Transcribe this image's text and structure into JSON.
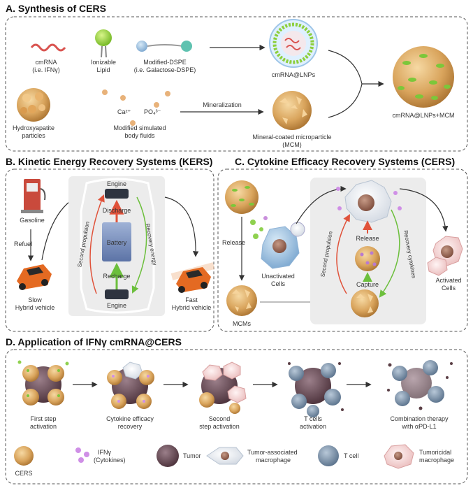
{
  "panelA": {
    "title": "A. Synthesis of CERS",
    "cmrna": "cmRNA",
    "cmrna_sub": "(i.e. IFNγ)",
    "lipid1": "Ionizable",
    "lipid2": "Lipid",
    "dspe1": "Modified-DSPE",
    "dspe2": "(i.e. Galactose-DSPE)",
    "lnp": "cmRNA@LNPs",
    "hap1": "Hydroxyapatite",
    "hap2": "particles",
    "ca": "Ca²⁺",
    "po4": "PO₄³⁻",
    "sbf1": "Modified simulated",
    "sbf2": "body fluids",
    "mineral": "Mineralization",
    "mcm1": "Mineral-coated microparticle",
    "mcm2": "(MCM)",
    "final": "cmRNA@LNPs+MCM"
  },
  "panelB": {
    "title": "B. Kinetic Energy Recovery Systems (KERS)",
    "gasoline": "Gasoline",
    "refuel": "Refuel",
    "slow1": "Slow",
    "slow2": "Hybrid vehicle",
    "engine_top": "Engine",
    "discharge": "Discharge",
    "battery": "Battery",
    "recharge": "Recharge",
    "engine_bottom": "Engine",
    "second": "Second propulsion",
    "recovery": "Recovery energy",
    "fast1": "Fast",
    "fast2": "Hybrid vehicle"
  },
  "panelC": {
    "title": "C. Cytokine Efficacy Recovery Systems (CERS)",
    "release_left": "Release",
    "unact1": "Unactivated",
    "unact2": "Cells",
    "mcms": "MCMs",
    "release_mid": "Release",
    "capture": "Capture",
    "second": "Second propulsion",
    "recovery": "Recovery cytokines",
    "act1": "Activated",
    "act2": "Cells"
  },
  "panelD": {
    "title": "D. Application of IFNγ cmRNA@CERS",
    "steps": [
      {
        "l1": "First step",
        "l2": "activation"
      },
      {
        "l1": "Cytokine efficacy",
        "l2": "recovery"
      },
      {
        "l1": "Second",
        "l2": "step activation"
      },
      {
        "l1": "T cells",
        "l2": "activation"
      },
      {
        "l1": "Combination therapy",
        "l2": "with αPD-L1"
      }
    ],
    "legend": [
      {
        "l1": "CERS",
        "l2": ""
      },
      {
        "l1": "IFNγ",
        "l2": "(Cytokines)"
      },
      {
        "l1": "Tumor",
        "l2": ""
      },
      {
        "l1": "Tumor-associated",
        "l2": "macrophage"
      },
      {
        "l1": "T cell",
        "l2": ""
      },
      {
        "l1": "Tumoricidal",
        "l2": "macrophage"
      }
    ]
  }
}
